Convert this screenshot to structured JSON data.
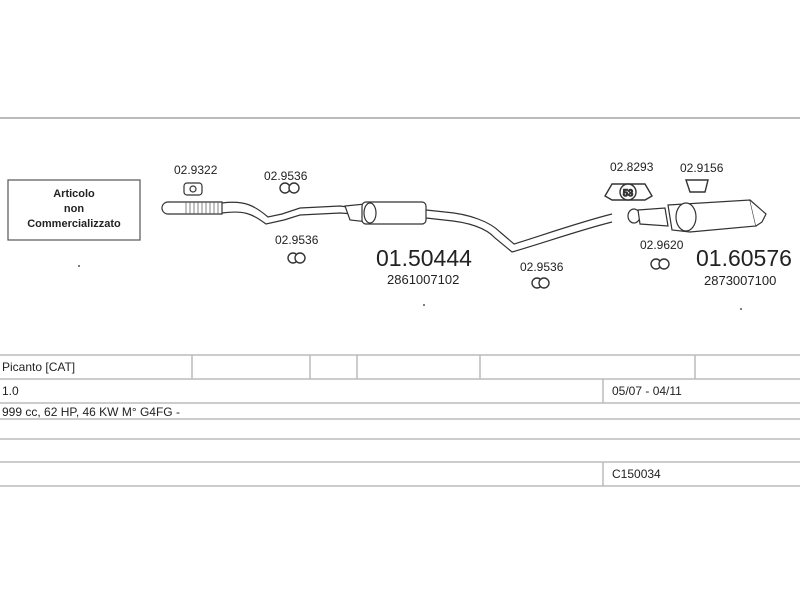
{
  "note_box": {
    "lines": [
      "Articolo",
      "non",
      "Commercializzato"
    ]
  },
  "parts": [
    {
      "code": "02.9322"
    },
    {
      "code": "02.9536"
    },
    {
      "code": "02.9536"
    },
    {
      "code": "01.50444",
      "oem": "2861007102"
    },
    {
      "code": "02.9536"
    },
    {
      "code": "02.8293",
      "badge": "53"
    },
    {
      "code": "02.9156"
    },
    {
      "code": "02.9620"
    },
    {
      "code": "01.60576",
      "oem": "2873007100"
    }
  ],
  "table": {
    "model": "Picanto  [CAT]",
    "engine": "1.0",
    "period": "05/07 - 04/11",
    "spec": "999 cc, 62 HP, 46 KW M° G4FG -",
    "code": "C150034"
  }
}
